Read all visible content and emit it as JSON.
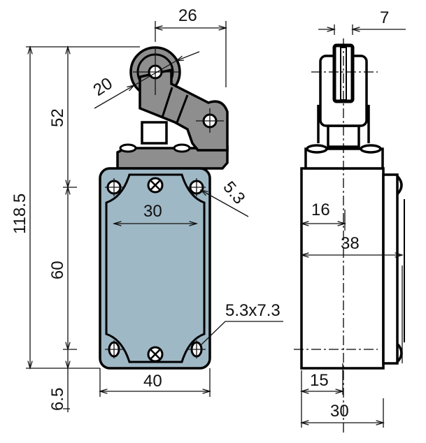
{
  "colors": {
    "body": "#9fb8c6",
    "lever": "#8e8e8e",
    "line": "#000000"
  },
  "front_view": {
    "dim_roller_offset": "26",
    "dim_roller_diameter": "20",
    "dim_top_height": "52",
    "dim_total_height": "118.5",
    "dim_hole_diameter": "5.3",
    "dim_hole_spacing_width": "30",
    "dim_hole_spacing_height": "60",
    "dim_slot": "5.3x7.3",
    "dim_width": "40",
    "dim_bottom_offset": "6.5"
  },
  "side_view": {
    "dim_roller_width": "7",
    "dim_axis_offset": "16",
    "dim_depth": "38",
    "dim_bottom_offset": "15",
    "dim_base_depth": "30"
  }
}
